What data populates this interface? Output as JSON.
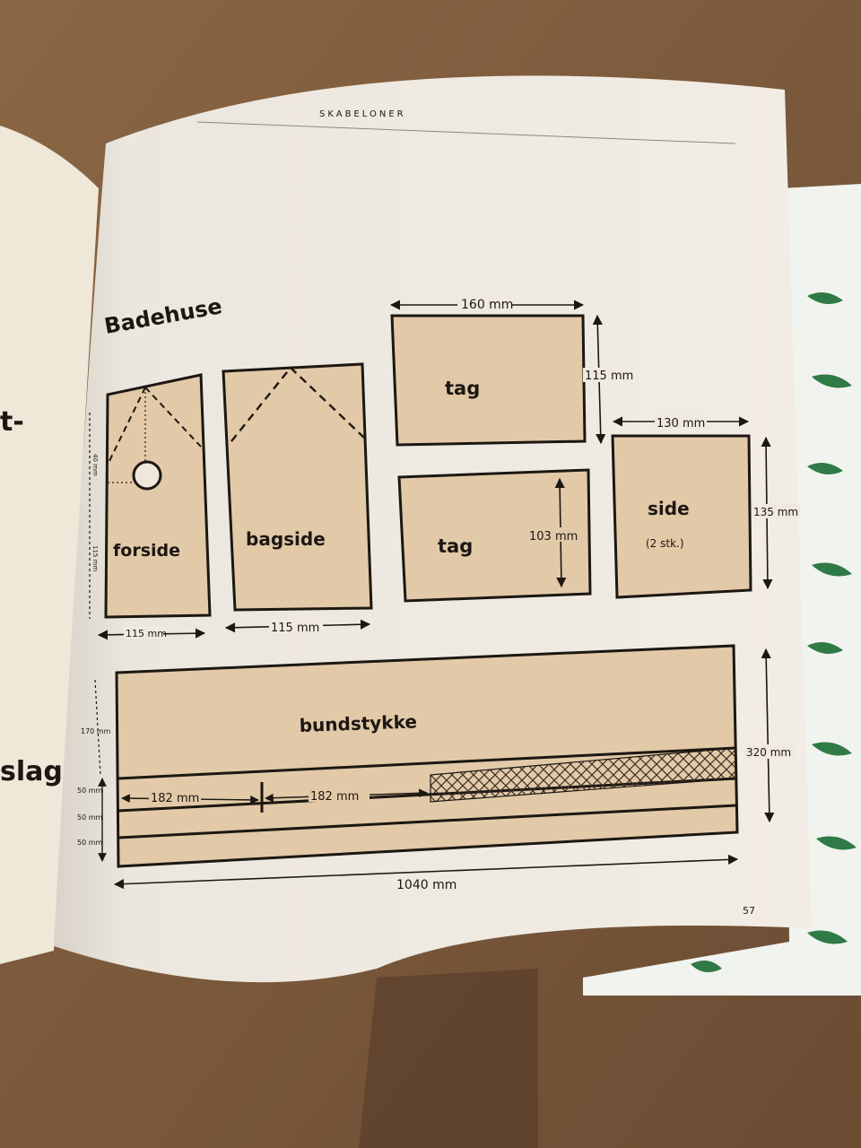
{
  "header": {
    "running_title": "SKABELONER",
    "page_number": "57"
  },
  "left_page": {
    "fragment_1": "t-",
    "fragment_2": "slag"
  },
  "section": {
    "title": "Badehuse"
  },
  "parts": {
    "forside": {
      "label": "forside",
      "width": "115 mm",
      "dim_1": "40 mm",
      "dim_2": "115 mm"
    },
    "bagside": {
      "label": "bagside",
      "width": "115 mm"
    },
    "tag_top": {
      "label": "tag",
      "width": "160 mm",
      "height": "115 mm"
    },
    "tag_bottom": {
      "label": "tag",
      "height": "103 mm"
    },
    "side": {
      "label": "side",
      "note": "(2 stk.)",
      "width": "130 mm",
      "height": "135 mm"
    },
    "bundstykke": {
      "label": "bundstykke",
      "height_total": "320 mm",
      "height_main": "170 mm",
      "strip_height": "50 mm",
      "segment_1": "182 mm",
      "segment_2": "182 mm",
      "length": "1040 mm"
    }
  },
  "colors": {
    "panel_fill": "#e2c9a8",
    "page": "#f3eee6",
    "ink": "#1c1712"
  }
}
